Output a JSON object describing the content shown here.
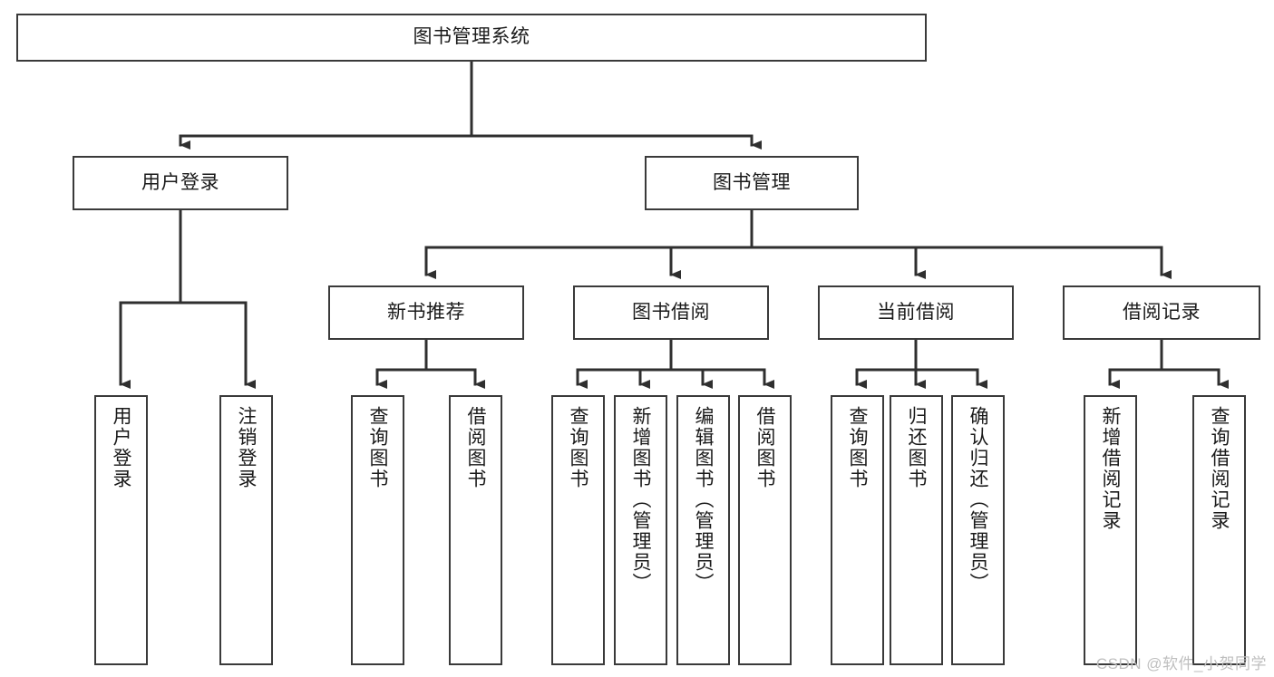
{
  "diagram": {
    "title": "图书管理系统",
    "type": "tree-hierarchy-diagram",
    "colors": {
      "box_border": "#3a3a3a",
      "box_fill": "#ffffff",
      "connector": "#2f2f2f",
      "text": "#1a1a1a",
      "watermark": "#bfbfbf"
    },
    "nodes": {
      "root": {
        "label": "图书管理系统",
        "orientation": "horizontal"
      },
      "level2": [
        {
          "id": "user-login",
          "label": "用户登录",
          "orientation": "horizontal"
        },
        {
          "id": "book-manage",
          "label": "图书管理",
          "orientation": "horizontal"
        }
      ],
      "level3": [
        {
          "id": "new-book-recommend",
          "label": "新书推荐",
          "orientation": "horizontal"
        },
        {
          "id": "book-borrow",
          "label": "图书借阅",
          "orientation": "horizontal"
        },
        {
          "id": "current-borrow",
          "label": "当前借阅",
          "orientation": "horizontal"
        },
        {
          "id": "borrow-record",
          "label": "借阅记录",
          "orientation": "horizontal"
        }
      ],
      "leaves": {
        "user-login": [
          {
            "id": "leaf-user-login",
            "label": "用户登录",
            "orientation": "vertical"
          },
          {
            "id": "leaf-logout",
            "label": "注销登录",
            "orientation": "vertical"
          }
        ],
        "new-book-recommend": [
          {
            "id": "leaf-query-book-1",
            "label": "查询图书",
            "orientation": "vertical"
          },
          {
            "id": "leaf-borrow-book-1",
            "label": "借阅图书",
            "orientation": "vertical"
          }
        ],
        "book-borrow": [
          {
            "id": "leaf-query-book-2",
            "label": "查询图书",
            "orientation": "vertical"
          },
          {
            "id": "leaf-add-book",
            "label": "新增图书（管理员）",
            "orientation": "vertical"
          },
          {
            "id": "leaf-edit-book",
            "label": "编辑图书（管理员）",
            "orientation": "vertical"
          },
          {
            "id": "leaf-borrow-book-2",
            "label": "借阅图书",
            "orientation": "vertical"
          }
        ],
        "current-borrow": [
          {
            "id": "leaf-query-book-3",
            "label": "查询图书",
            "orientation": "vertical"
          },
          {
            "id": "leaf-return-book",
            "label": "归还图书",
            "orientation": "vertical"
          },
          {
            "id": "leaf-confirm-return",
            "label": "确认归还（管理员）",
            "orientation": "vertical"
          }
        ],
        "borrow-record": [
          {
            "id": "leaf-add-record",
            "label": "新增借阅记录",
            "orientation": "vertical"
          },
          {
            "id": "leaf-query-record",
            "label": "查询借阅记录",
            "orientation": "vertical"
          }
        ]
      }
    }
  },
  "watermark": {
    "text": "CSDN @软件_小贺同学"
  }
}
